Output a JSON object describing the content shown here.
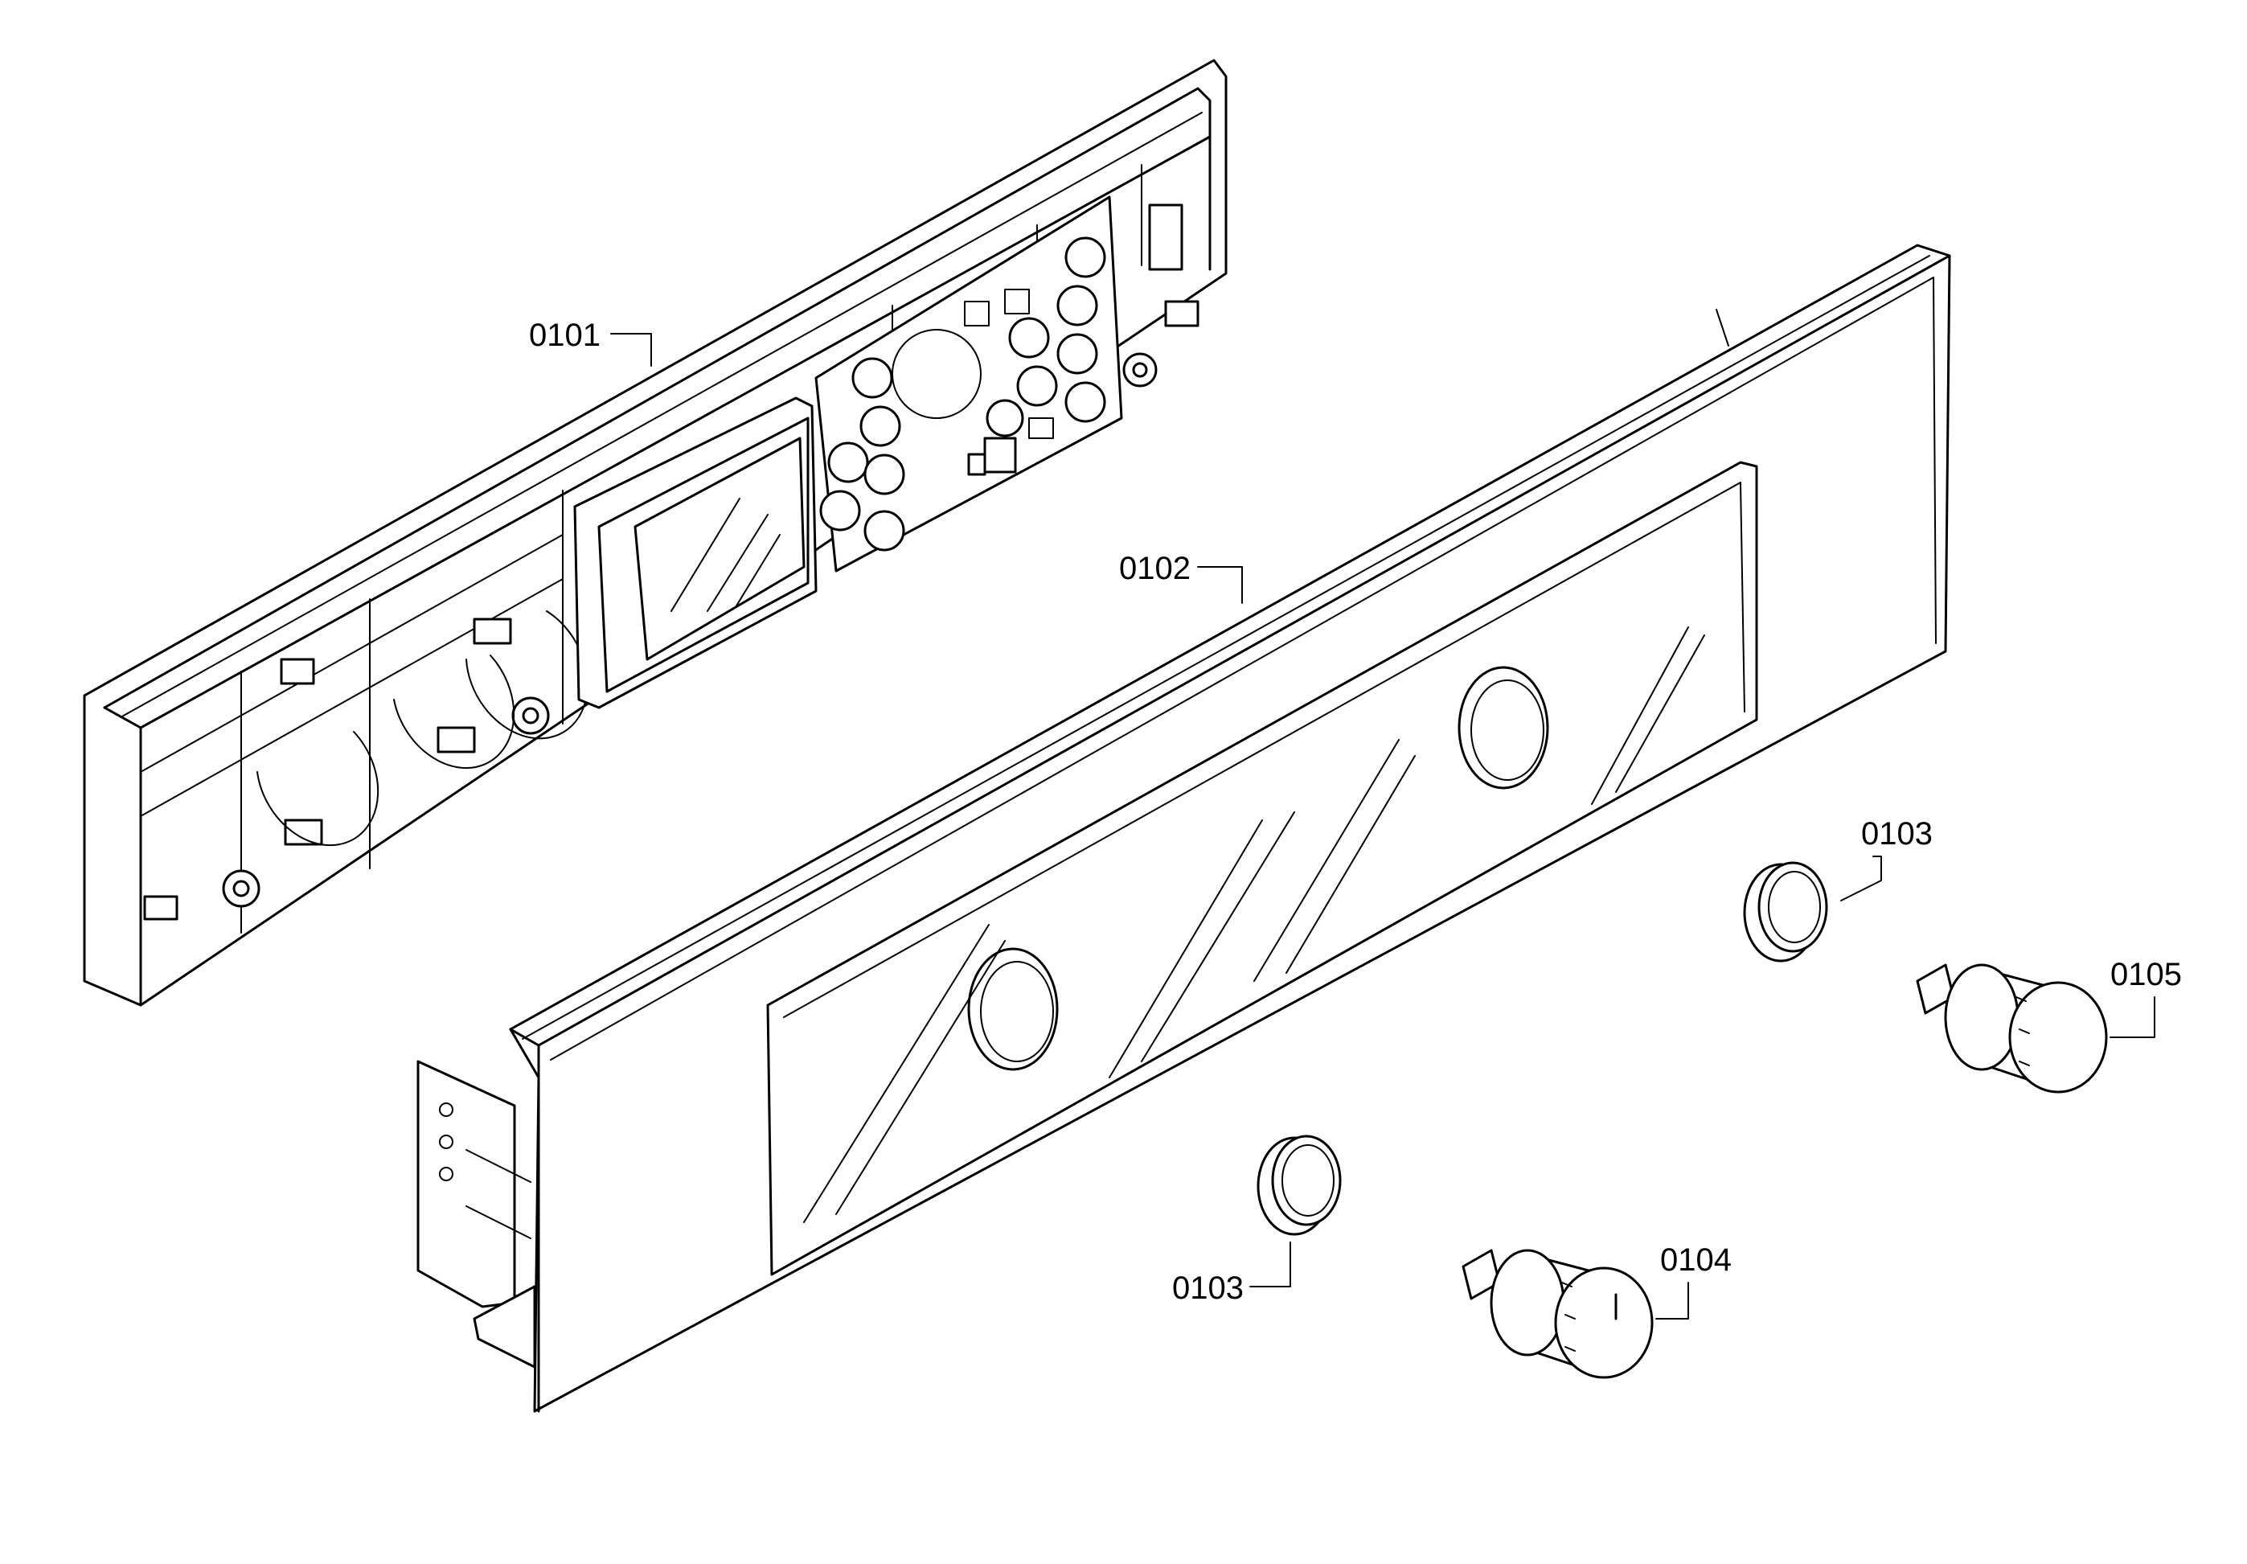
{
  "diagram": {
    "callouts": [
      {
        "id": "c0101",
        "label": "0101",
        "part": "control-panel-frame-with-pcb"
      },
      {
        "id": "c0102",
        "label": "0102",
        "part": "front-glass-panel"
      },
      {
        "id": "c0103a",
        "label": "0103",
        "part": "knob-ring-upper"
      },
      {
        "id": "c0105",
        "label": "0105",
        "part": "knob-right"
      },
      {
        "id": "c0103b",
        "label": "0103",
        "part": "knob-ring-lower"
      },
      {
        "id": "c0104",
        "label": "0104",
        "part": "knob-left"
      }
    ]
  }
}
